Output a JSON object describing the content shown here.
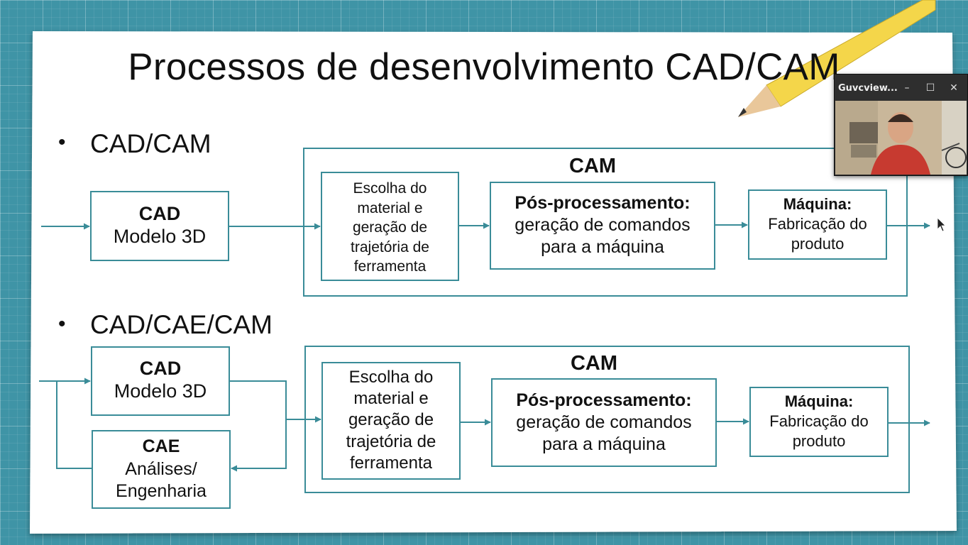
{
  "slide": {
    "title": "Processos de desenvolvimento CAD/CAM",
    "sections": [
      {
        "bullet": "CAD/CAM",
        "cad_box": {
          "title": "CAD",
          "subtitle": "Modelo 3D"
        },
        "cam_group_label": "CAM",
        "material_box": [
          "Escolha do",
          "material e",
          "geração de",
          "trajetória de",
          "ferramenta"
        ],
        "post_box": {
          "title": "Pós-processamento:",
          "lines": [
            "geração de comandos",
            "para a máquina"
          ]
        },
        "machine_box": {
          "title": "Máquina:",
          "lines": [
            "Fabricação do",
            "produto"
          ]
        }
      },
      {
        "bullet": "CAD/CAE/CAM",
        "cad_box": {
          "title": "CAD",
          "subtitle": "Modelo 3D"
        },
        "cae_box": {
          "title": "CAE",
          "lines": [
            "Análises/",
            "Engenharia"
          ]
        },
        "cam_group_label": "CAM",
        "material_box": [
          "Escolha do",
          "material e",
          "geração de",
          "trajetória de",
          "ferramenta"
        ],
        "post_box": {
          "title": "Pós-processamento:",
          "lines": [
            "geração de comandos",
            "para a máquina"
          ]
        },
        "machine_box": {
          "title": "Máquina:",
          "lines": [
            "Fabricação do",
            "produto"
          ]
        }
      }
    ]
  },
  "webcam_window": {
    "title": "Guvcview...",
    "buttons": {
      "minimize": "–",
      "maximize": "☐",
      "close": "✕"
    }
  },
  "colors": {
    "box_border": "#3a8c98",
    "arrow": "#3a8c98",
    "background": "#3f94a6",
    "paper": "#ffffff"
  },
  "icons": [
    "pencil-icon",
    "mouse-cursor-icon",
    "minimize-icon",
    "maximize-icon",
    "close-icon"
  ]
}
